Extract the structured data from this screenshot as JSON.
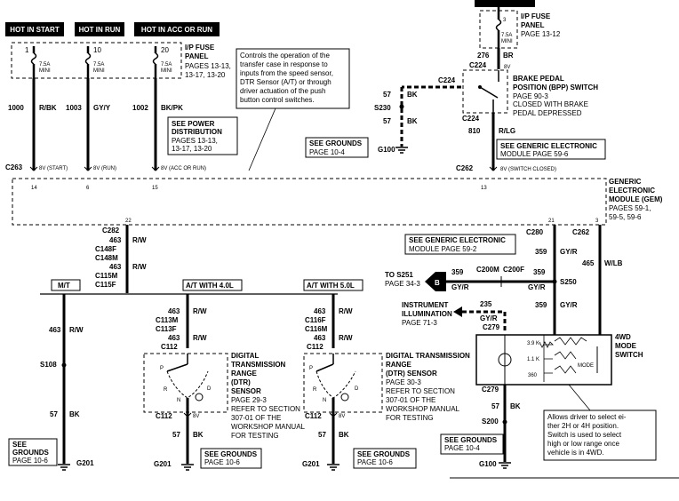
{
  "diagram": {
    "hot_start": "HOT IN START",
    "hot_run": "HOT IN RUN",
    "hot_acc_run": "HOT IN ACC OR RUN",
    "fuse_panel_left": [
      "I/P FUSE",
      "PANEL",
      "PAGES 13-13,",
      "13-17, 13-20"
    ],
    "fuse_panel_right": [
      "I/P FUSE",
      "PANEL",
      "PAGE 13-12"
    ],
    "fuse_rating": [
      "7.5A",
      "MINI"
    ],
    "fuse_nums": {
      "f1": "1",
      "f2": "10",
      "f3": "20",
      "f4": "3"
    },
    "top_circuits": {
      "c1_num": "1000",
      "c1_color": "R/BK",
      "c2_num": "1003",
      "c2_color": "GY/Y",
      "c3_num": "1002",
      "c3_color": "BK/PK"
    },
    "power_dist": [
      "SEE POWER",
      "DISTRIBUTION",
      "PAGES 13-13,",
      "13-17, 13-20"
    ],
    "note_controls": [
      "Controls the operation of the",
      "transfer case in response to",
      "inputs from the speed sensor,",
      "DTR Sensor (A/T) or through",
      "driver actuation of the push",
      "button control switches."
    ],
    "c263": "C263",
    "volt_start": "8V (START)",
    "volt_run": "8V (RUN)",
    "volt_accrun": "8V (ACC OR RUN)",
    "pins_top": {
      "p14": "14",
      "p6": "6",
      "p15": "15",
      "p13": "13"
    },
    "right_top": {
      "c276": "276",
      "c276_color": "BR",
      "c224": "C224",
      "bv": "8V",
      "c224b": "C224",
      "c224c": "C224",
      "c810": "810",
      "c810_color": "R/LG",
      "c262": "C262",
      "volt_closed": "8V (SWITCH CLOSED)"
    },
    "bpp": [
      "BRAKE PEDAL",
      "POSITION (BPP) SWITCH",
      "PAGE 90-3",
      "CLOSED WITH BRAKE",
      "PEDAL DEPRESSED"
    ],
    "ground_top": {
      "w57": "57",
      "bk": "BK",
      "s230": "S230",
      "g100": "G100"
    },
    "see_grounds_top": [
      "SEE GROUNDS",
      "PAGE 10-4"
    ],
    "see_gem_top": [
      "SEE GENERIC ELECTRONIC",
      "MODULE PAGE 59-6"
    ],
    "gem": [
      "GENERIC",
      "ELECTRONIC",
      "MODULE (GEM)",
      "PAGES 59-1,",
      "59-5, 59-6"
    ],
    "pins_bottom": {
      "p22": "22",
      "p21": "21",
      "p3": "3"
    },
    "left_wire": {
      "c282": "C282",
      "w463": "463",
      "color": "R/W",
      "c148f": "C148F",
      "c148m": "C148M",
      "c115m": "C115M",
      "c115f": "C115F",
      "w463b": "463",
      "color_b": "R/W"
    },
    "sections": {
      "mt": "M/T",
      "at40": "A/T WITH 4.0L",
      "at50": "A/T WITH 5.0L"
    },
    "mt_branch": {
      "w463": "463",
      "color": "R/W",
      "s108": "S108",
      "w57": "57",
      "bk": "BK",
      "g201": "G201"
    },
    "at40_branch": {
      "w463": "463",
      "color": "R/W",
      "c113m": "C113M",
      "c113f": "C113F",
      "w463b": "463",
      "color_b": "R/W",
      "c112": "C112",
      "c112b": "C112",
      "bv": "8V",
      "w57": "57",
      "bk": "BK",
      "g201": "G201"
    },
    "at50_branch": {
      "w463": "463",
      "color": "R/W",
      "c116f": "C116F",
      "c116m": "C116M",
      "w463b": "463",
      "color_b": "R/W",
      "c112": "C112",
      "c112b": "C112",
      "bv": "8V",
      "w57": "57",
      "bk": "BK",
      "g201": "G201"
    },
    "dtr_1": [
      "DIGITAL",
      "TRANSMISSION",
      "RANGE",
      "(DTR)",
      "SENSOR",
      "PAGE 29-3",
      "REFER TO SECTION",
      "307-01 OF THE",
      "WORKSHOP MANUAL",
      "FOR TESTING"
    ],
    "dtr_2": [
      "DIGITAL TRANSMISSION",
      "RANGE",
      "(DTR) SENSOR",
      "PAGE 30-3",
      "REFER TO SECTION",
      "307-01 OF THE",
      "WORKSHOP MANUAL",
      "FOR TESTING"
    ],
    "dtr_pos": {
      "p": "P",
      "r": "R",
      "n": "N",
      "d": "D"
    },
    "see_grounds_bl": [
      "SEE",
      "GROUNDS",
      "PAGE 10-6"
    ],
    "see_grounds_b2": [
      "SEE GROUNDS",
      "PAGE 10-6"
    ],
    "see_grounds_b3": [
      "SEE GROUNDS",
      "PAGE 10-6"
    ],
    "see_gem_mid": [
      "SEE GENERIC ELECTRONIC",
      "MODULE PAGE 59-2"
    ],
    "right_mid": {
      "c280": "C280",
      "w359": "359",
      "color": "GY/R",
      "c262": "C262",
      "w465": "465",
      "color465": "W/LB",
      "s250": "S250",
      "w359b": "359",
      "color_b": "GY/R",
      "w359c": "359",
      "color_c": "GY/R",
      "c200m": "C200M",
      "c200f": "C200F",
      "w359d": "359",
      "color_d": "GY/R",
      "w235": "235",
      "color235": "GY/R",
      "c279": "C279",
      "c279b": "C279",
      "w57": "57",
      "bk": "BK",
      "s200": "S200",
      "g100": "G100"
    },
    "to_s251": [
      "TO S251",
      "PAGE 34-3"
    ],
    "badge_b": "B",
    "inst_illum": [
      "INSTRUMENT",
      "ILLUMINATION",
      "PAGE 71-3"
    ],
    "mode_switch": [
      "4WD",
      "MODE",
      "SWITCH"
    ],
    "resistors": {
      "r1": "3.9 K",
      "r2": "1.1 K",
      "r3": "360",
      "mode": "MODE"
    },
    "note_4wd": [
      "Allows driver to select ei-",
      "ther 2H or 4H position.",
      "Switch is used to select",
      "high or low range once",
      "vehicle is in 4WD."
    ],
    "see_grounds_b4": [
      "SEE GROUNDS",
      "PAGE 10-4"
    ]
  }
}
